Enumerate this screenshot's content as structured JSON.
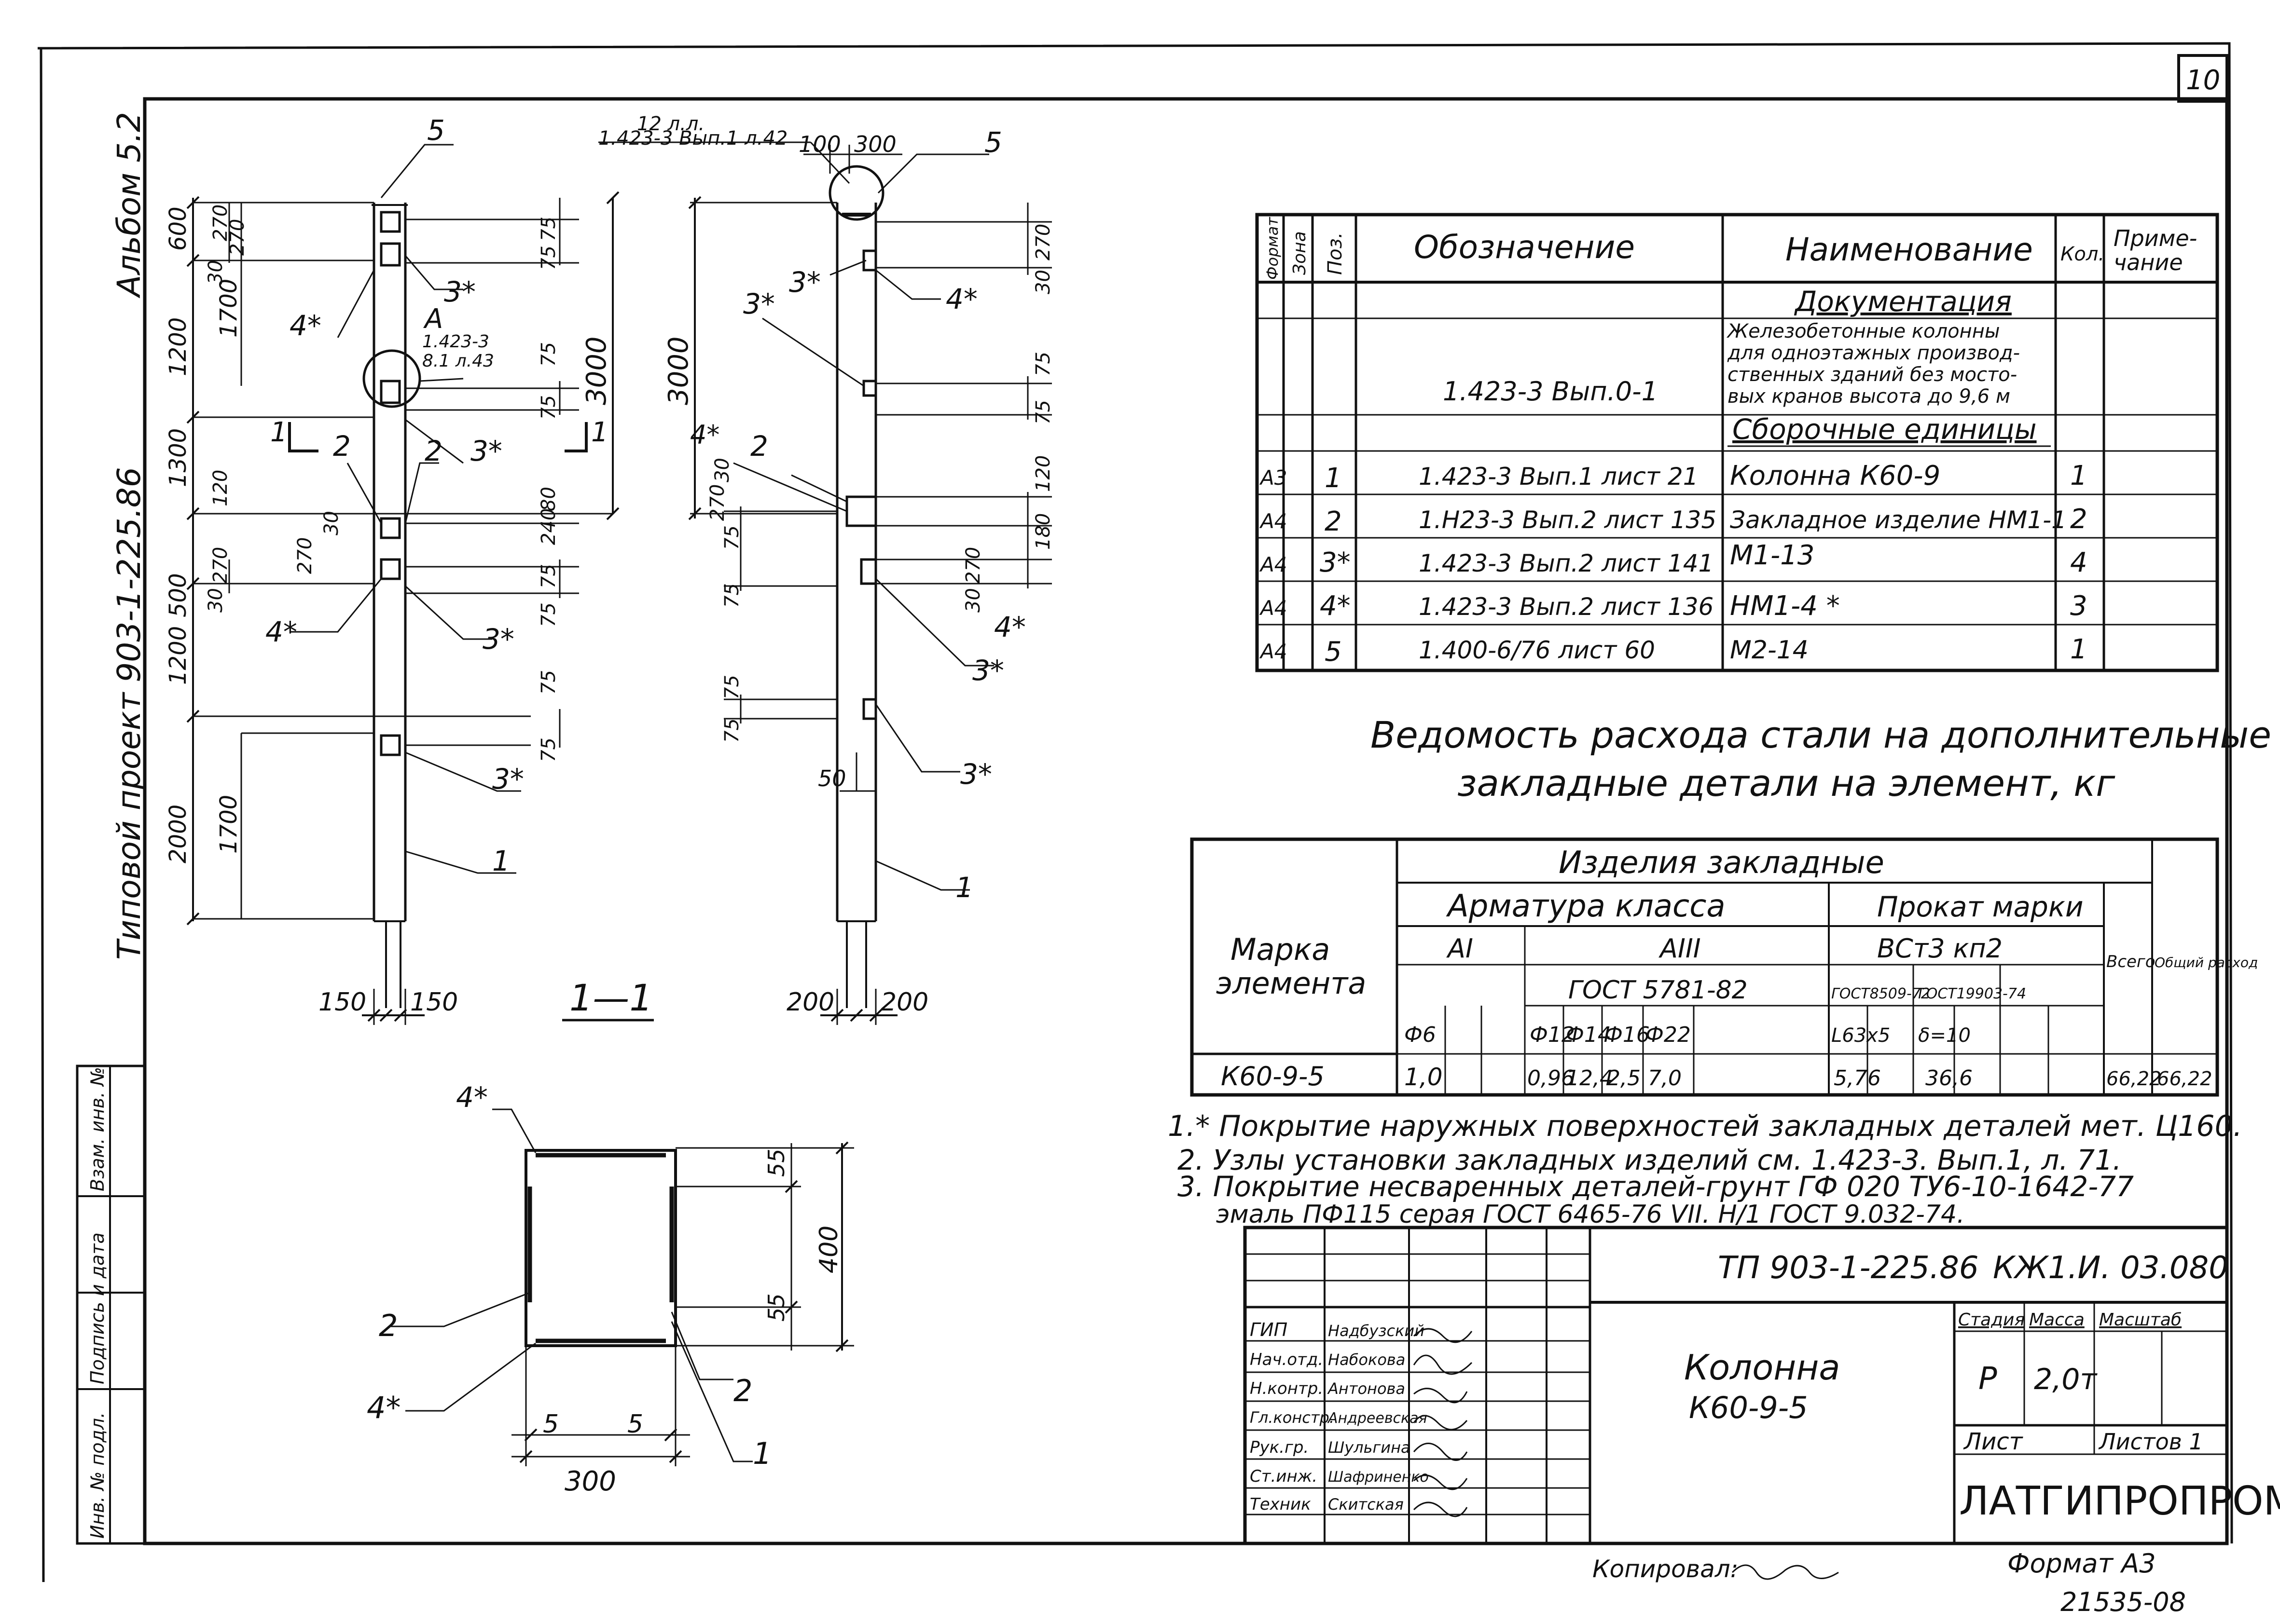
{
  "sheet_number": "10",
  "album": "Альбом 5.2",
  "project_side": "Типовой проект 903-1-225.86",
  "spec_headers": {
    "format": "Формат",
    "zone": "Зона",
    "pos": "Поз.",
    "designation": "Обозначение",
    "name": "Наименование",
    "qty": "Кол.",
    "note_1": "Приме-",
    "note_2": "чание"
  },
  "spec_sections": {
    "docs": "Документация",
    "assemblies": "Сборочные единицы"
  },
  "spec_doc": {
    "designation": "1.423-3  Вып.0-1",
    "name_lines": [
      "Железобетонные колонны",
      "для одноэтажных производ-",
      "ственных зданий без мосто-",
      "вых кранов высота до 9,6 м"
    ]
  },
  "spec_rows": [
    {
      "format": "А3",
      "pos": "1",
      "designation": "1.423-3 Вып.1 лист 21",
      "name": "Колонна  К60-9",
      "qty": "1"
    },
    {
      "format": "А4",
      "pos": "2",
      "designation": "1.Н23-3 Вып.2 лист 135",
      "name": "Закладное изделие НМ1-1",
      "qty": "2"
    },
    {
      "format": "А4",
      "pos": "3*",
      "designation": "1.423-3 Вып.2 лист 141",
      "name": "М1-13",
      "qty": "4"
    },
    {
      "format": "А4",
      "pos": "4*",
      "designation": "1.423-3 Вып.2 лист 136",
      "name": "НМ1-4 *",
      "qty": "3"
    },
    {
      "format": "А4",
      "pos": "5",
      "designation": "1.400-6/76 лист 60",
      "name": "М2-14",
      "qty": "1"
    }
  ],
  "steel_title_1": "Ведомость расхода стали на дополнительные",
  "steel_title_2": "закладные детали  на элемент, кг",
  "steel_table": {
    "group": "Изделия закладные",
    "armature": "Арматура  класса",
    "rolled": "Прокат марки",
    "class_1": "АI",
    "class_3": "АIII",
    "gost_arm": "ГОСТ 5781-82",
    "steel_grade": "ВСт3 кп2",
    "gost_rolled_1": "ГОСТ8509-72",
    "gost_rolled_2": "ГОСТ19903-74",
    "total": "Всего",
    "overall": "Общий расход",
    "mark_1": "Марка",
    "mark_2": "элемента",
    "sizes": [
      "Ф6",
      "",
      "Ф12",
      "Ф14",
      "Ф16",
      "Ф22",
      "",
      "L63x5",
      "",
      "δ=10",
      "",
      "",
      ""
    ],
    "row_mark": "К60-9-5",
    "row_values": [
      "1,0",
      "",
      "0,96",
      "12,4",
      "2,5",
      "7,0",
      "",
      "5,76",
      "",
      "36,6",
      "",
      "66,22",
      "66,22"
    ]
  },
  "notes": [
    "1.* Покрытие наружных поверхностей закладных деталей мет. Ц160.",
    "2.  Узлы установки закладных изделий  см. 1.423-3.  Вып.1, л. 71.",
    "3.  Покрытие несваренных деталей-грунт ГФ 020 ТУ6-10-1642-77",
    "эмаль ПФ115 серая ГОСТ 6465-76  VII. Н/1  ГОСТ 9.032-74."
  ],
  "title_block": {
    "code": "ТП 903-1-225.86",
    "sheet_code": "КЖ1.И. 03.080",
    "roles": [
      "ГИП",
      "Нач.отд.",
      "Н.контр.",
      "Гл.констр.",
      "Рук.гр.",
      "Ст.инж.",
      "Техник"
    ],
    "people": [
      "Надбузский",
      "Набокова",
      "Антонова",
      "Андреевская",
      "Шульгина",
      "Шафриненко",
      "Скитская"
    ],
    "name_1": "Колонна",
    "name_2": "К60-9-5",
    "stage_label": "Стадия",
    "mass_label": "Масса",
    "scale_label": "Масштаб",
    "stage": "Р",
    "mass": "2,0т",
    "sheet_label": "Лист",
    "sheets_label": "Листов 1",
    "org": "ЛАТГИПРОПРОМ"
  },
  "footer": {
    "copied": "Копировал:",
    "format": "Формат А3",
    "archive": "21535-08"
  },
  "stamp_cells": [
    "Инв. № подл.",
    "Подпись и дата",
    "Взам. инв. №"
  ],
  "drawing": {
    "refs": {
      "r_b": "1.423-3",
      "r_c": "8.1 л.43",
      "r_d": "1.423-3 Вып.1 л.42",
      "r_e": "12 л.л."
    },
    "dims": {
      "d150": "150",
      "d200": "200",
      "d600": "600",
      "d1200": "1200",
      "d1300": "1300",
      "d500": "500",
      "d2000": "2000",
      "d1700": "1700",
      "d3000": "3000",
      "d270": "270",
      "d120": "120",
      "d100": "100",
      "d300": "300",
      "d30": "30",
      "d75": "75",
      "d50": "50",
      "d400": "400",
      "d55": "55",
      "d5": "5",
      "d240": "240",
      "d80": "80",
      "d180": "180"
    },
    "labels": {
      "p1": "1",
      "p2": "2",
      "p3s": "3*",
      "p4s": "4*",
      "p5": "5",
      "a": "А",
      "cut": "1—1",
      "cut_mark": "1"
    }
  }
}
